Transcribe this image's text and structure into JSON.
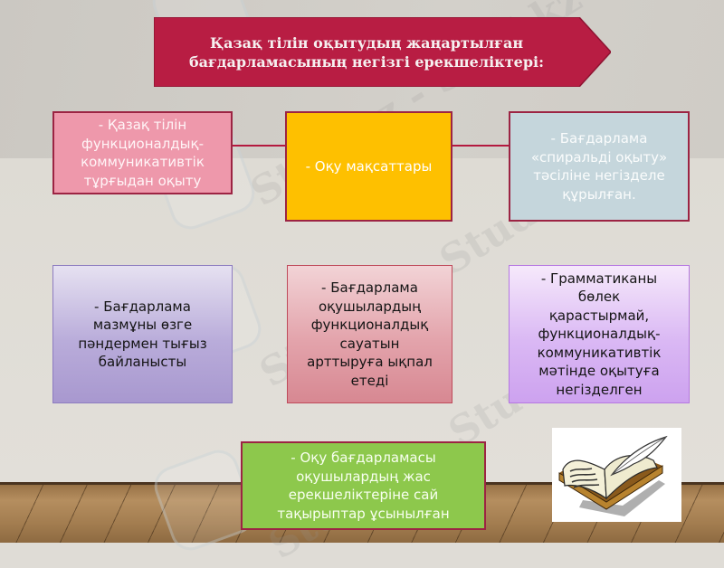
{
  "slide": {
    "title_lines": [
      "Қазақ тілін оқытудың жаңартылған",
      "бағдарламасының негізгі ерекшеліктері:"
    ],
    "colors": {
      "banner": "#b81d43",
      "connector": "#b4193f",
      "box_border": "#9c2443"
    },
    "top_row": [
      {
        "lines": [
          "- Қазақ тілін",
          "функционалдық-",
          "коммуникативтік",
          "тұрғыдан оқыту"
        ],
        "color": "#ee98ab"
      },
      {
        "lines": [
          "- Оқу мақсаттары"
        ],
        "color": "#fec000"
      },
      {
        "lines": [
          "- Бағдарлама",
          "«спиральді оқыту»",
          "тәсіліне негізделе",
          "құрылған."
        ],
        "color": "#c5d6dc"
      }
    ],
    "middle_row": [
      {
        "lines": [
          "- Бағдарлама",
          "мазмұны өзге",
          "пәндермен тығыз",
          "байланысты"
        ],
        "color": "#b9acda"
      },
      {
        "lines": [
          "- Бағдарлама",
          "оқушылардың",
          "функционалдық",
          "сауатын",
          "арттыруға ықпал",
          "етеді"
        ],
        "color": "#e3a3ab"
      },
      {
        "lines": [
          "- Грамматиканы",
          "бөлек",
          "қарастырмай,",
          "функционалдық-",
          "коммуникативтік",
          "мәтінде оқытуға",
          "негізделген"
        ],
        "color": "#dab8f4"
      }
    ],
    "bottom_box": {
      "lines": [
        "- Оқу бағдарламасы",
        "оқушылардың жас",
        "ерекшеліктеріне сай",
        "тақырыптар ұсынылған"
      ],
      "color": "#8dc84c"
    },
    "image": {
      "icon": "open-book-with-quill-icon"
    },
    "watermark_text": "Stud.kz - Stud.kz"
  }
}
